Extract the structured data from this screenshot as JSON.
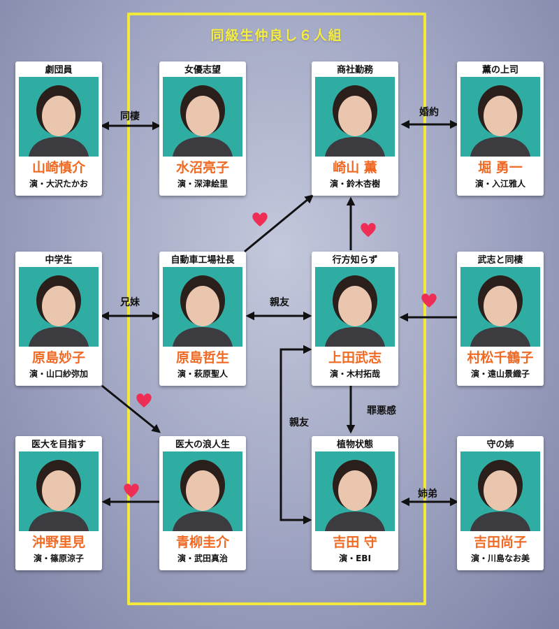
{
  "group": {
    "title": "同級生仲良し６人組"
  },
  "colors": {
    "frame": "#f1ea3c",
    "name": "#f06a24",
    "photo_bg": "#2fada3",
    "heart": "#ee2e55"
  },
  "characters": {
    "yamazaki": {
      "role": "劇団員",
      "name": "山崎慎介",
      "actor": "演・大沢たかお"
    },
    "mizunuma": {
      "role": "女優志望",
      "name": "水沼亮子",
      "actor": "演・深津絵里"
    },
    "sakiyama": {
      "role": "商社勤務",
      "name": "崎山 薫",
      "actor": "演・鈴木杏樹"
    },
    "hori": {
      "role": "薫の上司",
      "name": "堀 勇一",
      "actor": "演・入江雅人"
    },
    "taeko": {
      "role": "中学生",
      "name": "原島妙子",
      "actor": "演・山口紗弥加"
    },
    "tetsuo": {
      "role": "自動車工場社長",
      "name": "原島哲生",
      "actor": "演・萩原聖人"
    },
    "ueda": {
      "role": "行方知らず",
      "name": "上田武志",
      "actor": "演・木村拓哉"
    },
    "muramatsu": {
      "role": "武志と同棲",
      "name": "村松千鶴子",
      "actor": "演・遠山景織子"
    },
    "okino": {
      "role": "医大を目指す",
      "name": "沖野里見",
      "actor": "演・篠原涼子"
    },
    "aoyagi": {
      "role": "医大の浪人生",
      "name": "青柳圭介",
      "actor": "演・武田真治"
    },
    "mamoru": {
      "role": "植物状態",
      "name": "吉田 守",
      "actor": "演・EBI"
    },
    "naoko": {
      "role": "守の姉",
      "name": "吉田尚子",
      "actor": "演・川島なお美"
    }
  },
  "relations": {
    "dousei": "同棲",
    "konyaku": "婚約",
    "kyoudai": "兄妹",
    "shinyu1": "親友",
    "zaiakukan": "罪悪感",
    "shinyu2": "親友",
    "shitei": "姉弟"
  }
}
